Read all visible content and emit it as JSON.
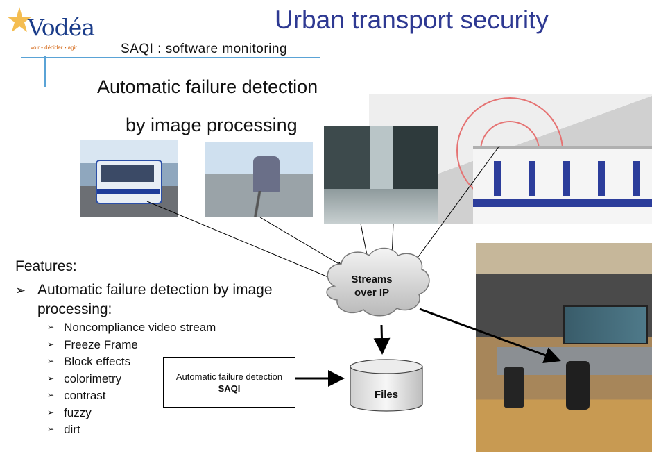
{
  "logo": {
    "brand": "Vodéa",
    "tagline": "voir • décider • agir"
  },
  "header": {
    "title": "Urban transport security",
    "subtitle": "SAQI : software monitoring"
  },
  "headline": {
    "line1": "Automatic failure detection",
    "line2": "by image processing"
  },
  "features": {
    "heading": "Features:",
    "main_item": "Automatic failure detection by image processing:",
    "bullet_glyph": "➢",
    "sub_items": [
      "Noncompliance video stream",
      "Freeze Frame",
      "Block effects",
      "colorimetry",
      "contrast",
      "fuzzy",
      "dirt"
    ]
  },
  "diagram": {
    "cloud_line1": "Streams",
    "cloud_line2": "over IP",
    "box_line1": "Automatic failure detection",
    "box_line2": "SAQI",
    "files_label": "Files"
  },
  "colors": {
    "title": "#2e3992",
    "accent_line": "#5aa3d6",
    "logo_blue": "#1b3d8a",
    "logo_orange": "#d46a1a"
  }
}
